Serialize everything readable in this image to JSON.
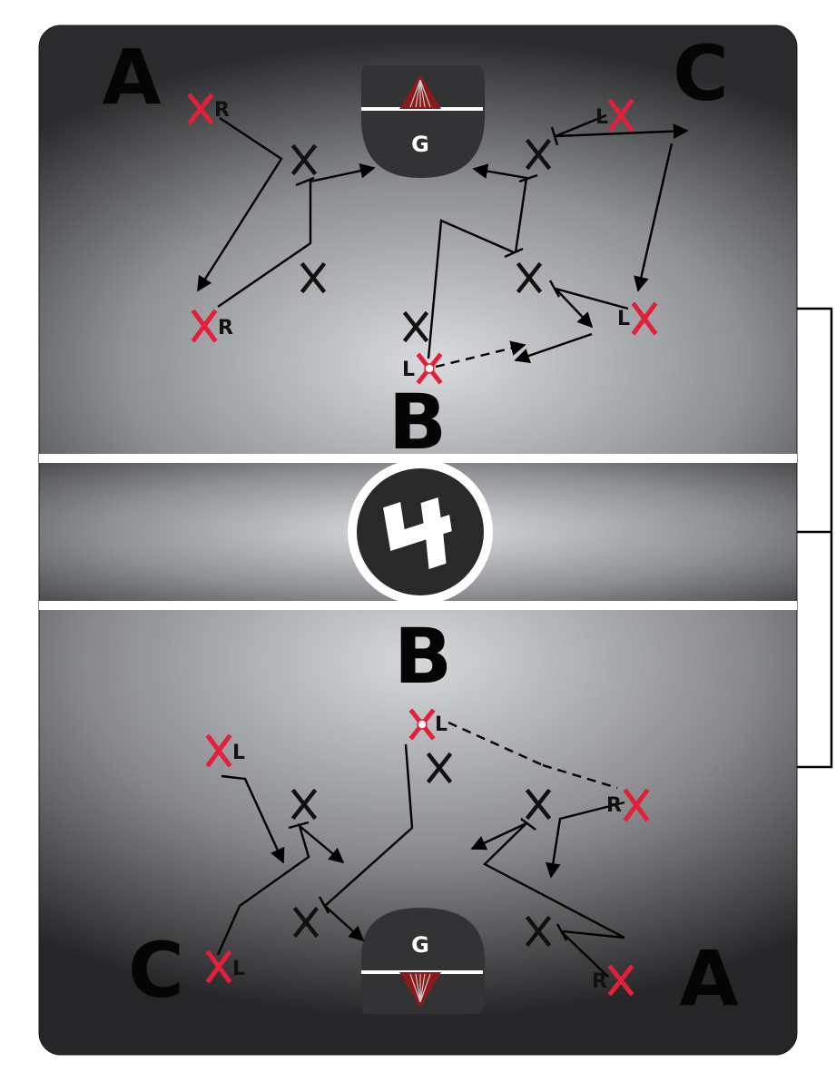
{
  "zones": {
    "top": {
      "a": "A",
      "b": "B",
      "c": "C"
    },
    "bottom": {
      "a": "A",
      "b": "B",
      "c": "C"
    }
  },
  "goal_label": "G",
  "side_labels": {
    "right": "R",
    "left": "L"
  },
  "colors": {
    "field_light": "#d4d6d9",
    "field_dark": "#2e2e30",
    "line": "#ffffff",
    "offense": "#e3203a",
    "defense": "#111111",
    "goal": "#333335",
    "net": "#8b1a1a"
  },
  "center_logo_icon": "lacrosse-logo-icon"
}
